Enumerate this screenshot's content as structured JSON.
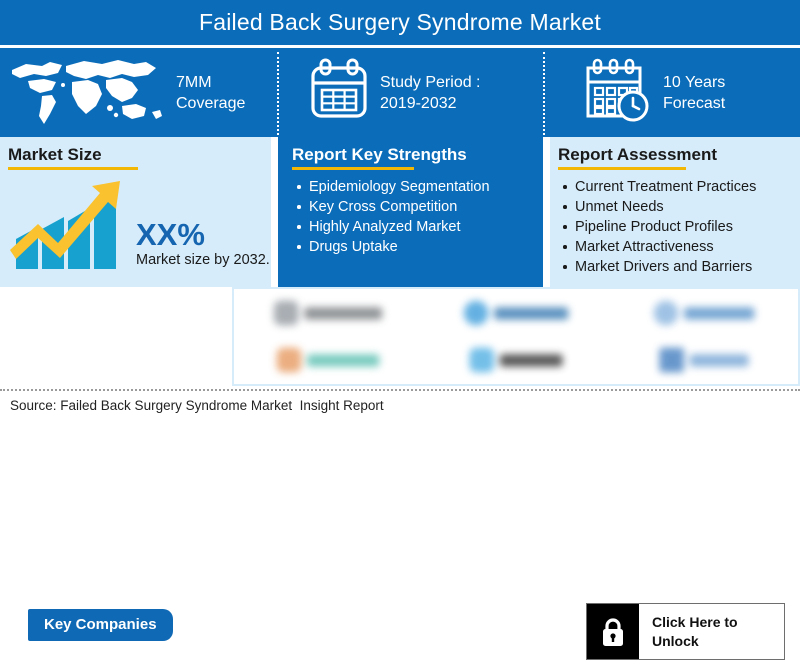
{
  "header": {
    "title": "Failed Back Surgery Syndrome Market"
  },
  "colors": {
    "brand_blue": "#0B6DBA",
    "light_blue": "#D6ECFA",
    "accent_gold": "#F2B705",
    "chart_teal": "#17A1CE",
    "pct_blue": "#1565B0"
  },
  "icon_band": {
    "items": [
      {
        "icon": "world-map-icon",
        "line1": "7MM",
        "line2": "Coverage"
      },
      {
        "icon": "calendar-icon",
        "line1": "Study Period :",
        "line2": "2019-2032"
      },
      {
        "icon": "calendar-clock-icon",
        "line1": "10 Years",
        "line2": "Forecast"
      }
    ]
  },
  "market_size": {
    "heading": "Market Size",
    "percent": "XX%",
    "subtitle": "Market size by 2032.",
    "chart_icon": "growth-bar-chart-arrow-icon"
  },
  "key_strengths": {
    "heading": "Report Key Strengths",
    "items": [
      "Epidemiology Segmentation",
      "Key Cross Competition",
      "Highly Analyzed Market",
      "Drugs Uptake"
    ]
  },
  "report_assessment": {
    "heading": "Report Assessment",
    "items": [
      "Current Treatment Practices",
      "Unmet Needs",
      "Pipeline Product Profiles",
      "Market Attractiveness",
      "Market Drivers and Barriers"
    ]
  },
  "key_companies": {
    "badge_label": "Key Companies",
    "logos": [
      {
        "name": "company-logo-1",
        "mark": "#9aa0a6",
        "word": "#7d8184",
        "word_width": 82
      },
      {
        "name": "company-logo-2",
        "mark": "#49a3dd",
        "word": "#3f7fb5",
        "word_width": 78
      },
      {
        "name": "company-logo-3",
        "mark": "#8fb8e0",
        "word": "#5f97cc",
        "word_width": 74
      },
      {
        "name": "company-logo-4",
        "mark": "#e8a06a",
        "word": "#62c2b4",
        "word_width": 76
      },
      {
        "name": "company-logo-5",
        "mark": "#5bb4e5",
        "word": "#3b3b3b",
        "word_width": 66
      },
      {
        "name": "company-logo-6",
        "mark": "#4e86c4",
        "word": "#7aa8d6",
        "word_width": 62
      }
    ]
  },
  "unlock": {
    "icon": "padlock-icon",
    "line1": "Click Here to",
    "line2": "Unlock"
  },
  "footer": {
    "source": "Source: Failed Back Surgery Syndrome Market  Insight Report"
  }
}
